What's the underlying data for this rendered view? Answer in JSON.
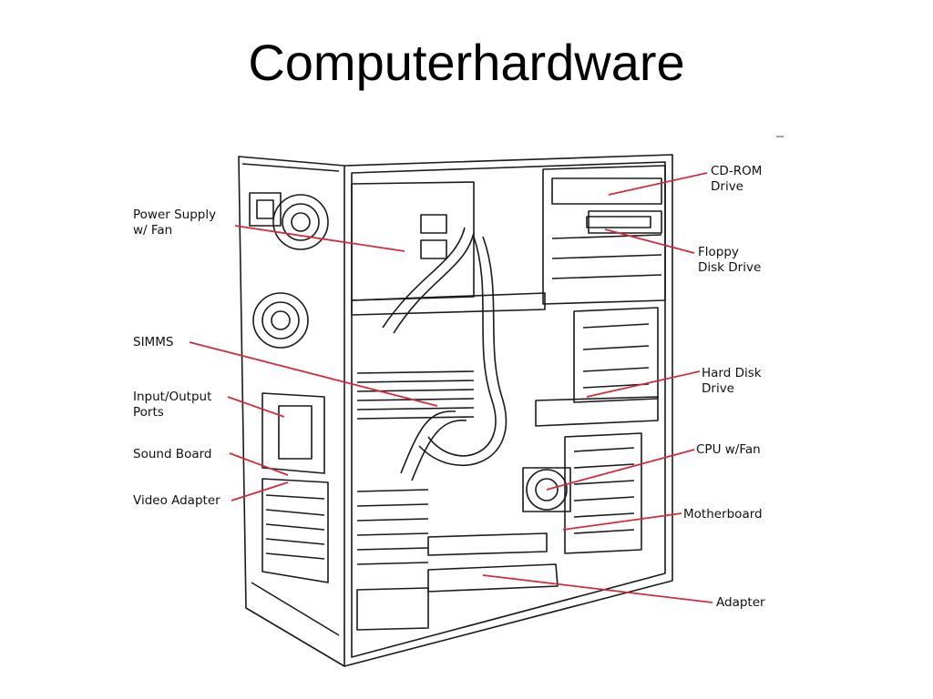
{
  "slide": {
    "title": "Computerhardware"
  },
  "diagram": {
    "subject": "computer-tower-case-interior",
    "leader_color": "#d62b3a",
    "labels": [
      {
        "id": "power-supply",
        "lines": [
          "Power Supply",
          "w/ Fan"
        ]
      },
      {
        "id": "simms",
        "lines": [
          "SIMMS"
        ]
      },
      {
        "id": "io-ports",
        "lines": [
          "Input/Output",
          "Ports"
        ]
      },
      {
        "id": "sound-board",
        "lines": [
          "Sound Board"
        ]
      },
      {
        "id": "video-adapter",
        "lines": [
          "Video Adapter"
        ]
      },
      {
        "id": "cd-rom",
        "lines": [
          "CD-ROM",
          "Drive"
        ]
      },
      {
        "id": "floppy",
        "lines": [
          "Floppy",
          "Disk Drive"
        ]
      },
      {
        "id": "hard-disk",
        "lines": [
          "Hard Disk",
          "Drive"
        ]
      },
      {
        "id": "cpu",
        "lines": [
          "CPU w/Fan"
        ]
      },
      {
        "id": "motherboard",
        "lines": [
          "Motherboard"
        ]
      },
      {
        "id": "adapter",
        "lines": [
          "Adapter"
        ]
      }
    ]
  }
}
